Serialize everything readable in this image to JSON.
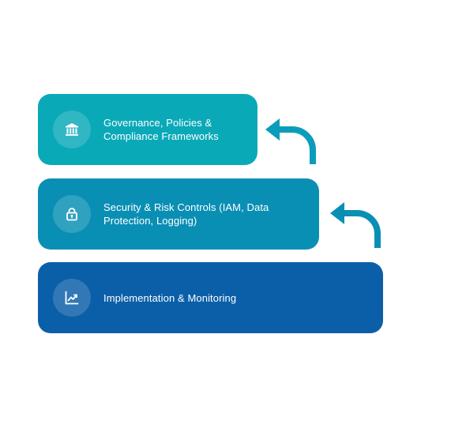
{
  "layers": [
    {
      "label": "Governance, Policies & Compliance Frameworks",
      "icon": "bank-icon",
      "color": "#0aa9b8"
    },
    {
      "label": "Security & Risk Controls (IAM, Data Protection, Logging)",
      "icon": "lock-icon",
      "color": "#0a8fb4"
    },
    {
      "label": "Implementation & Monitoring",
      "icon": "trend-chart-icon",
      "color": "#0b5fa8"
    }
  ],
  "arrows": {
    "color_top": "#0a9dbb",
    "color_bottom": "#0a8fb4"
  }
}
